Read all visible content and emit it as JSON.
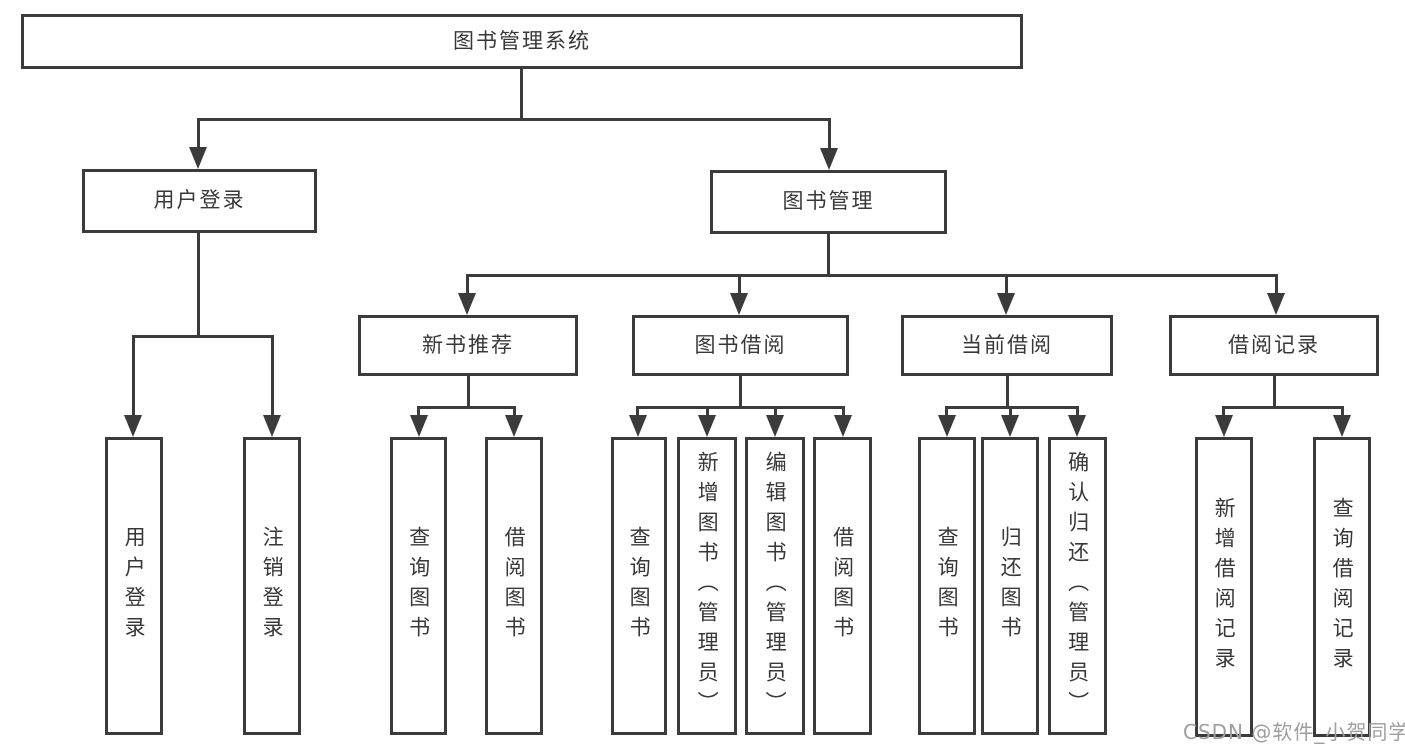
{
  "title": "图书管理系统",
  "watermark": "CSDN @软件_小贺同学",
  "colors": {
    "line": "#3b3b3b",
    "text": "#383838",
    "watermark_gray": "#9e9e9e",
    "background": "#ffffff"
  },
  "tree": {
    "root": {
      "label": "图书管理系统"
    },
    "branches": [
      {
        "label": "用户登录",
        "children": [
          {
            "label": "用户登录"
          },
          {
            "label": "注销登录"
          }
        ]
      },
      {
        "label": "图书管理",
        "children": [
          {
            "label": "新书推荐",
            "children": [
              {
                "label": "查询图书"
              },
              {
                "label": "借阅图书"
              }
            ]
          },
          {
            "label": "图书借阅",
            "children": [
              {
                "label": "查询图书"
              },
              {
                "label": "新增图书（管理员）"
              },
              {
                "label": "编辑图书（管理员）"
              },
              {
                "label": "借阅图书"
              }
            ]
          },
          {
            "label": "当前借阅",
            "children": [
              {
                "label": "查询图书"
              },
              {
                "label": "归还图书"
              },
              {
                "label": "确认归还（管理员）"
              }
            ]
          },
          {
            "label": "借阅记录",
            "children": [
              {
                "label": "新增借阅记录"
              },
              {
                "label": "查询借阅记录"
              }
            ]
          }
        ]
      }
    ]
  }
}
